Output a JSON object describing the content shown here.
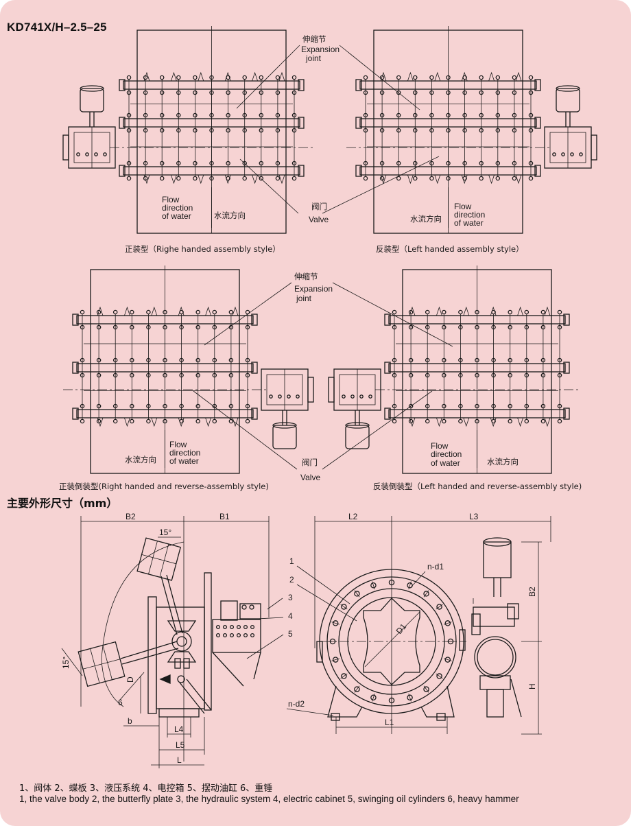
{
  "title": "KD741X/H–2.5–25",
  "labels": {
    "expansion_cn": "伸缩节",
    "expansion_en1": "Expansion",
    "expansion_en2": "joint",
    "valve_cn": "阀门",
    "valve_en": "Valve",
    "flow_en1": "Flow",
    "flow_en2": "direction",
    "flow_en3": "of water",
    "flow_cn": "水流方向"
  },
  "styles": {
    "right_handed": "正装型（Righe handed assembly style）",
    "left_handed": "反装型（Left handed assembly style）",
    "right_reverse": "正装倒装型(Right handed and reverse-assembly style)",
    "left_reverse": "反装倒装型（Left handed and reverse-assembly style)"
  },
  "dimensions_heading": "主要外形尺寸（mm）",
  "dims": {
    "B2": "B2",
    "B1": "B1",
    "L2": "L2",
    "L3": "L3",
    "angle": "15°",
    "D": "D",
    "b": "b",
    "L4": "L4",
    "L5": "L5",
    "L": "L",
    "L1": "L1",
    "D1": "D1",
    "nd1": "n-d1",
    "nd2": "n-d2",
    "H": "H",
    "n1": "1",
    "n2": "2",
    "n3": "3",
    "n4": "4",
    "n5": "5",
    "n6": "6"
  },
  "legend_cn": "1、阀体 2、蝶板 3、液压系统 4、电控箱 5、摆动油缸 6、重锤",
  "legend_en": "1, the valve body  2, the butterfly plate  3, the hydraulic system  4, electric cabinet  5, swinging oil cylinders  6, heavy hammer"
}
